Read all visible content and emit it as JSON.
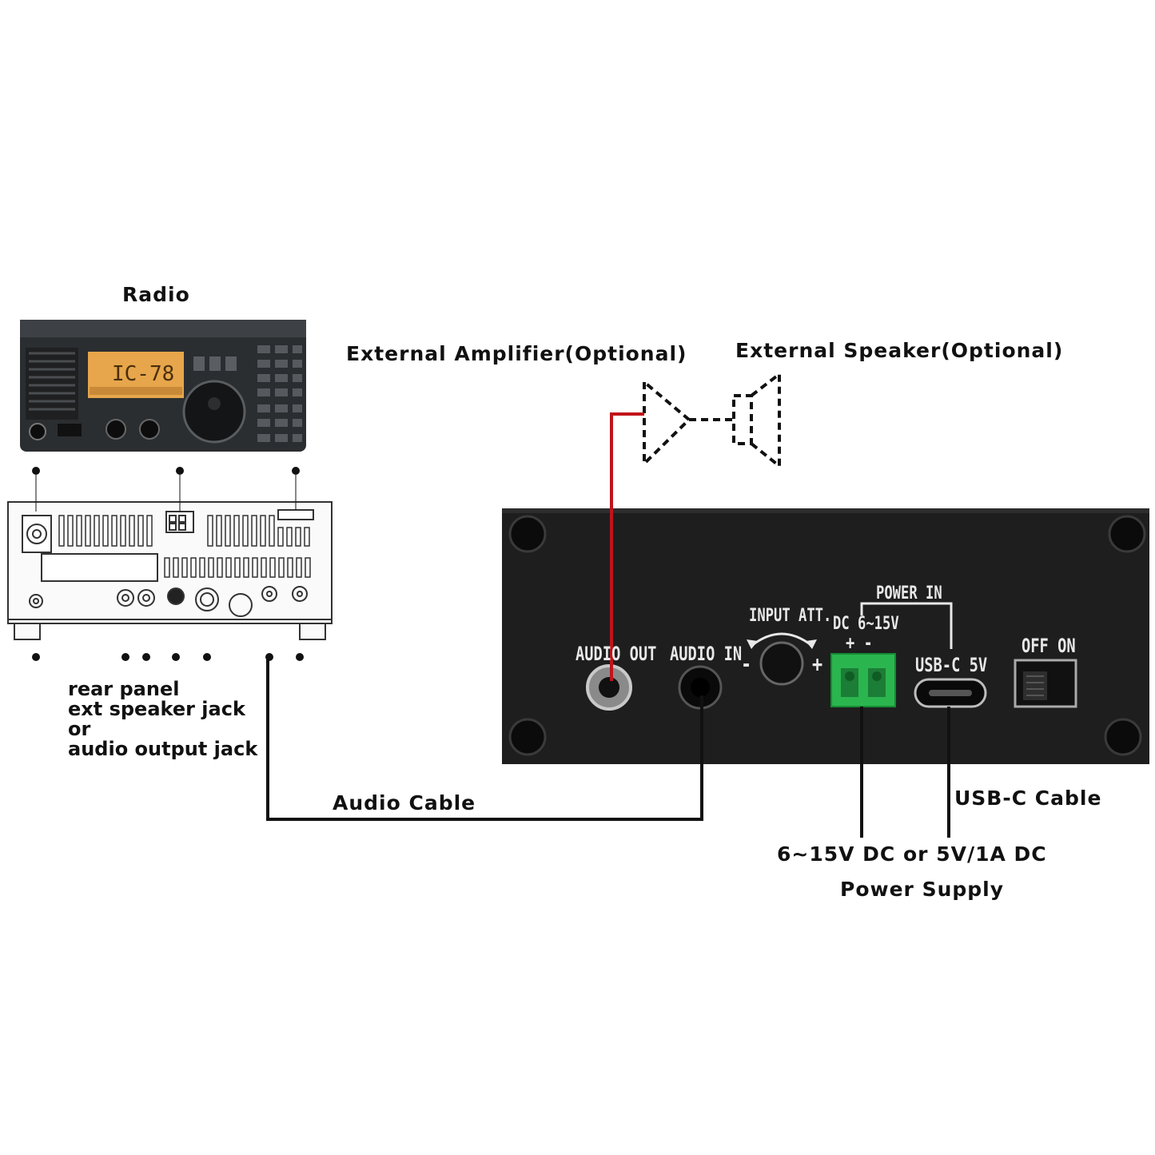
{
  "labels": {
    "radio": "Radio",
    "ext_amp": "External Amplifier(Optional)",
    "ext_speaker": "External Speaker(Optional)",
    "rear_panel": [
      "rear panel",
      "ext speaker jack",
      "or",
      "audio output jack"
    ],
    "audio_cable": "Audio Cable",
    "usbc_cable": "USB-C Cable",
    "power_supply_1": "6~15V DC or 5V/1A DC",
    "power_supply_2": "Power Supply"
  },
  "radio_display": "IC-78",
  "device_panel": {
    "audio_out": "AUDIO OUT",
    "audio_in": "AUDIO IN",
    "input_att": "INPUT ATT.",
    "minus": "-",
    "plus": "+",
    "power_in": "POWER IN",
    "dc_range": "DC 6~15V",
    "dc_polarity": "+  -",
    "usbc": "USB-C 5V",
    "switch": "OFF  ON"
  },
  "colors": {
    "amp_wire": "#c0141a",
    "cable": "#111111",
    "panel": "#1e1e1e"
  }
}
